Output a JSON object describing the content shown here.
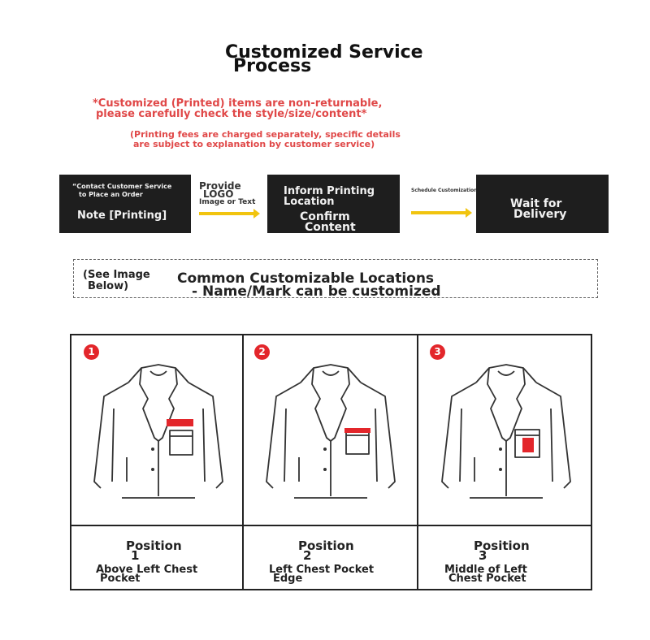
{
  "title": {
    "line1": "Customized Service",
    "line2": "Process"
  },
  "notice": {
    "line1": "*Customized (Printed) items are non-returnable,",
    "line2": "please carefully check the style/size/content*",
    "line3": "(Printing fees are charged separately, specific details",
    "line4": "are subject to explanation by customer service)"
  },
  "steps": {
    "step1_small1": "“Contact Customer Service",
    "step1_small2": "to Place an Order",
    "step1_main": "Note [Printing]",
    "provide1": "Provide",
    "provide2": "LOGO",
    "provide3": "Image or Text",
    "step2_a1": "Inform Printing",
    "step2_a2": "Location",
    "step2_b1": "Confirm",
    "step2_b2": "Content",
    "schedule": "Schedule Customization",
    "step3_1": "Wait for",
    "step3_2": "Delivery"
  },
  "locations": {
    "see1": "(See Image",
    "see2": "Below)",
    "heading1": "Common Customizable Locations",
    "heading2": "- Name/Mark can be customized"
  },
  "positions": [
    {
      "num": "1",
      "label": "Position",
      "n": "1",
      "desc1": "Above Left Chest",
      "desc2": "Pocket"
    },
    {
      "num": "2",
      "label": "Position",
      "n": "2",
      "desc1": "Left Chest Pocket",
      "desc2": "Edge"
    },
    {
      "num": "3",
      "label": "Position",
      "n": "3",
      "desc1": "Middle of Left",
      "desc2": "Chest Pocket"
    }
  ],
  "colors": {
    "accent_red": "#e3262b",
    "notice_red": "#e04848",
    "arrow": "#f1c40f",
    "box": "#1e1e1e"
  }
}
